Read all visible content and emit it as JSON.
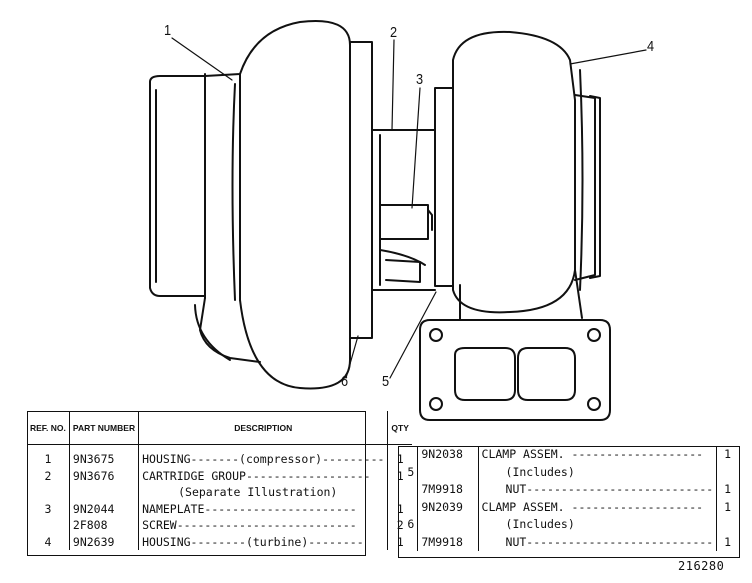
{
  "callouts": [
    "1",
    "2",
    "3",
    "4",
    "5",
    "6"
  ],
  "table_left": {
    "headers": {
      "ref": "REF. NO.",
      "part": "PART NUMBER",
      "desc": "DESCRIPTION",
      "qty": "QTY"
    },
    "rows": [
      {
        "ref": "1",
        "part": "9N3675",
        "desc": "HOUSING-------(compressor)---------",
        "qty": "1"
      },
      {
        "ref": "2",
        "part": "9N3676",
        "desc": "CARTRIDGE GROUP------------------",
        "qty": "1"
      },
      {
        "ref": "",
        "part": "",
        "desc": "(Separate Illustration)",
        "qty": ""
      },
      {
        "ref": "3",
        "part": "9N2044",
        "desc": "NAMEPLATE----------------------",
        "qty": "1"
      },
      {
        "ref": "",
        "part": "2F808",
        "desc": "SCREW--------------------------",
        "qty": "2"
      },
      {
        "ref": "4",
        "part": "9N2639",
        "desc": "HOUSING--------(turbine)--------",
        "qty": "1"
      }
    ]
  },
  "table_right": {
    "rows": [
      {
        "ref": "",
        "part": "9N2038",
        "desc": "CLAMP ASSEM. -------------------",
        "qty": "1"
      },
      {
        "ref": "5",
        "part": "",
        "desc": "(Includes)",
        "qty": ""
      },
      {
        "ref": "",
        "part": "7M9918",
        "desc": "NUT---------------------------",
        "qty": "1"
      },
      {
        "ref": "",
        "part": "9N2039",
        "desc": "CLAMP ASSEM. -------------------",
        "qty": "1"
      },
      {
        "ref": "6",
        "part": "",
        "desc": "(Includes)",
        "qty": ""
      },
      {
        "ref": "",
        "part": "7M9918",
        "desc": "NUT---------------------------",
        "qty": "1"
      }
    ]
  },
  "figure_number": "216280"
}
